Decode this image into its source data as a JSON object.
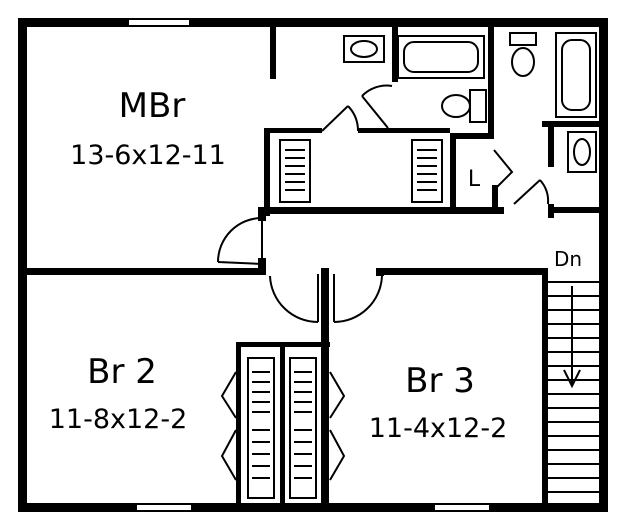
{
  "rooms": {
    "master": {
      "name": "MBr",
      "size": "13-6x12-11"
    },
    "bedroom2": {
      "name": "Br 2",
      "size": "11-8x12-2"
    },
    "bedroom3": {
      "name": "Br 3",
      "size": "11-4x12-2"
    }
  },
  "labels": {
    "linen": "L",
    "stairs_down": "Dn"
  }
}
